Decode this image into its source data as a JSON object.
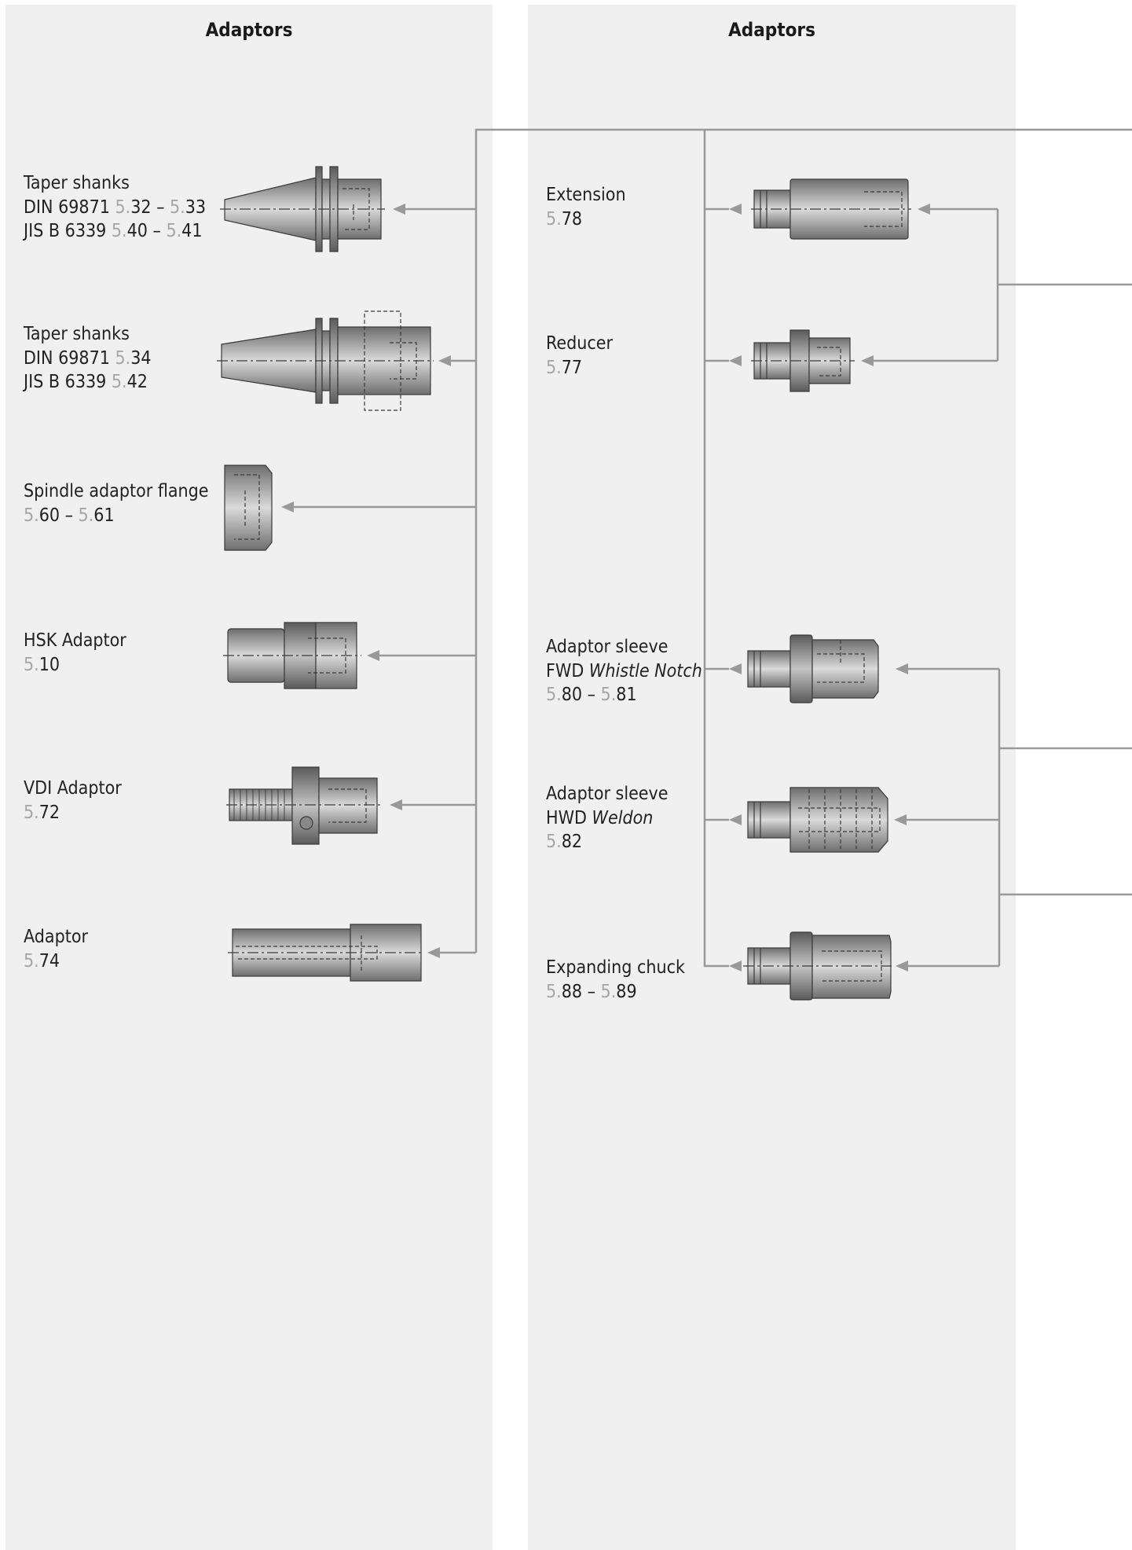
{
  "columns": [
    {
      "title": "Adaptors",
      "items": [
        {
          "lines": [
            [
              "Taper shanks"
            ],
            [
              "DIN 69871  ",
              {
                "ref": "32"
              },
              " – ",
              {
                "ref": "33"
              }
            ],
            [
              "JIS B 6339  ",
              {
                "ref": "40"
              },
              " – ",
              {
                "ref": "41"
              }
            ]
          ]
        },
        {
          "lines": [
            [
              "Taper shanks"
            ],
            [
              "DIN 69871  ",
              {
                "ref": "34"
              }
            ],
            [
              "JIS B 6339  ",
              {
                "ref": "42"
              }
            ]
          ]
        },
        {
          "lines": [
            [
              "Spindle adaptor flange"
            ],
            [
              {
                "ref": "60"
              },
              " – ",
              {
                "ref": "61"
              }
            ]
          ]
        },
        {
          "lines": [
            [
              "HSK Adaptor"
            ],
            [
              {
                "ref": "10"
              }
            ]
          ]
        },
        {
          "lines": [
            [
              "VDI Adaptor"
            ],
            [
              {
                "ref": "72"
              }
            ]
          ]
        },
        {
          "lines": [
            [
              "Adaptor"
            ],
            [
              {
                "ref": "74"
              }
            ]
          ]
        }
      ]
    },
    {
      "title": "Adaptors",
      "items": [
        {
          "lines": [
            [
              "Extension"
            ],
            [
              {
                "ref": "78"
              }
            ]
          ]
        },
        {
          "lines": [
            [
              "Reducer"
            ],
            [
              {
                "ref": "77"
              }
            ]
          ]
        },
        {
          "lines": [
            [
              "Adaptor sleeve"
            ],
            [
              "FWD ",
              {
                "em": "Whistle Notch"
              }
            ],
            [
              {
                "ref": "80"
              },
              " – ",
              {
                "ref": "81"
              }
            ]
          ]
        },
        {
          "lines": [
            [
              "Adaptor sleeve"
            ],
            [
              "HWD ",
              {
                "em": "Weldon"
              }
            ],
            [
              {
                "ref": "82"
              }
            ]
          ]
        },
        {
          "lines": [
            [
              "Expanding chuck"
            ],
            [
              {
                "ref": "88"
              },
              " – ",
              {
                "ref": "89"
              }
            ]
          ]
        }
      ]
    }
  ],
  "ref_chapter": "5",
  "ref_separator": ".",
  "colors": {
    "panel": "#f0f0f0",
    "line": "#999999",
    "ref_chapter": "#a6a6a6",
    "text": "#222222",
    "tool_dark": "#6e6e6e",
    "tool_light": "#dadada"
  }
}
